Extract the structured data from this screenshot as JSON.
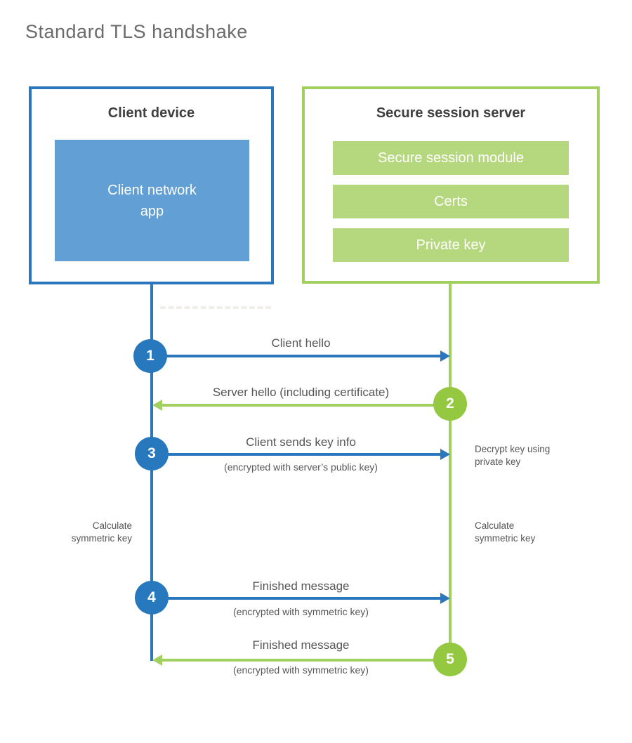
{
  "title": "Standard TLS handshake",
  "colors": {
    "blue": "#2b77bd",
    "blue-fill": "#619fd5",
    "blue-circle": "#2878bd",
    "green": "#a2d05e",
    "green-fill": "#b5d87e",
    "green-circle": "#93c840",
    "text-dark": "#3f3f3f",
    "text-gray": "#565656",
    "title-gray": "#6b6b6b"
  },
  "client": {
    "title": "Client device",
    "app_label": "Client network\napp"
  },
  "server": {
    "title": "Secure session server",
    "modules": [
      "Secure session module",
      "Certs",
      "Private key"
    ]
  },
  "messages": [
    {
      "step": "1",
      "label": "Client hello",
      "sublabel": "",
      "direction": "right"
    },
    {
      "step": "2",
      "label": "Server hello (including certificate)",
      "sublabel": "",
      "direction": "left"
    },
    {
      "step": "3",
      "label": "Client sends key info",
      "sublabel": "(encrypted with server’s public key)",
      "direction": "right"
    },
    {
      "step": "4",
      "label": "Finished message",
      "sublabel": "(encrypted with symmetric key)",
      "direction": "right"
    },
    {
      "step": "5",
      "label": "Finished message",
      "sublabel": "(encrypted with symmetric key)",
      "direction": "left"
    }
  ],
  "notes": {
    "decrypt": "Decrypt key using\nprivate key",
    "calc_left": "Calculate\nsymmetric key",
    "calc_right": "Calculate\nsymmetric key"
  }
}
